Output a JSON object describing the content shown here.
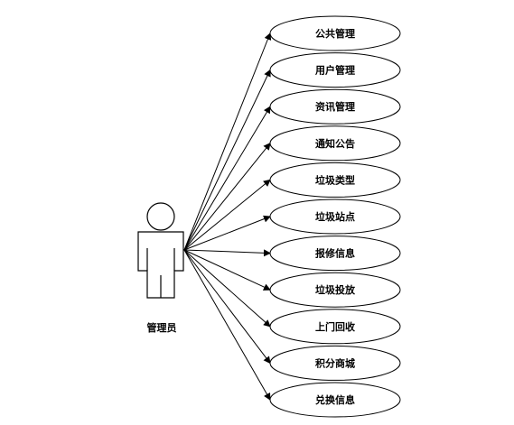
{
  "actor": {
    "label": "管理员"
  },
  "use_cases": [
    {
      "label": "公共管理"
    },
    {
      "label": "用户管理"
    },
    {
      "label": "资讯管理"
    },
    {
      "label": "通知公告"
    },
    {
      "label": "垃圾类型"
    },
    {
      "label": "垃圾站点"
    },
    {
      "label": "报修信息"
    },
    {
      "label": "垃圾投放"
    },
    {
      "label": "上门回收"
    },
    {
      "label": "积分商城"
    },
    {
      "label": "兑换信息"
    }
  ]
}
